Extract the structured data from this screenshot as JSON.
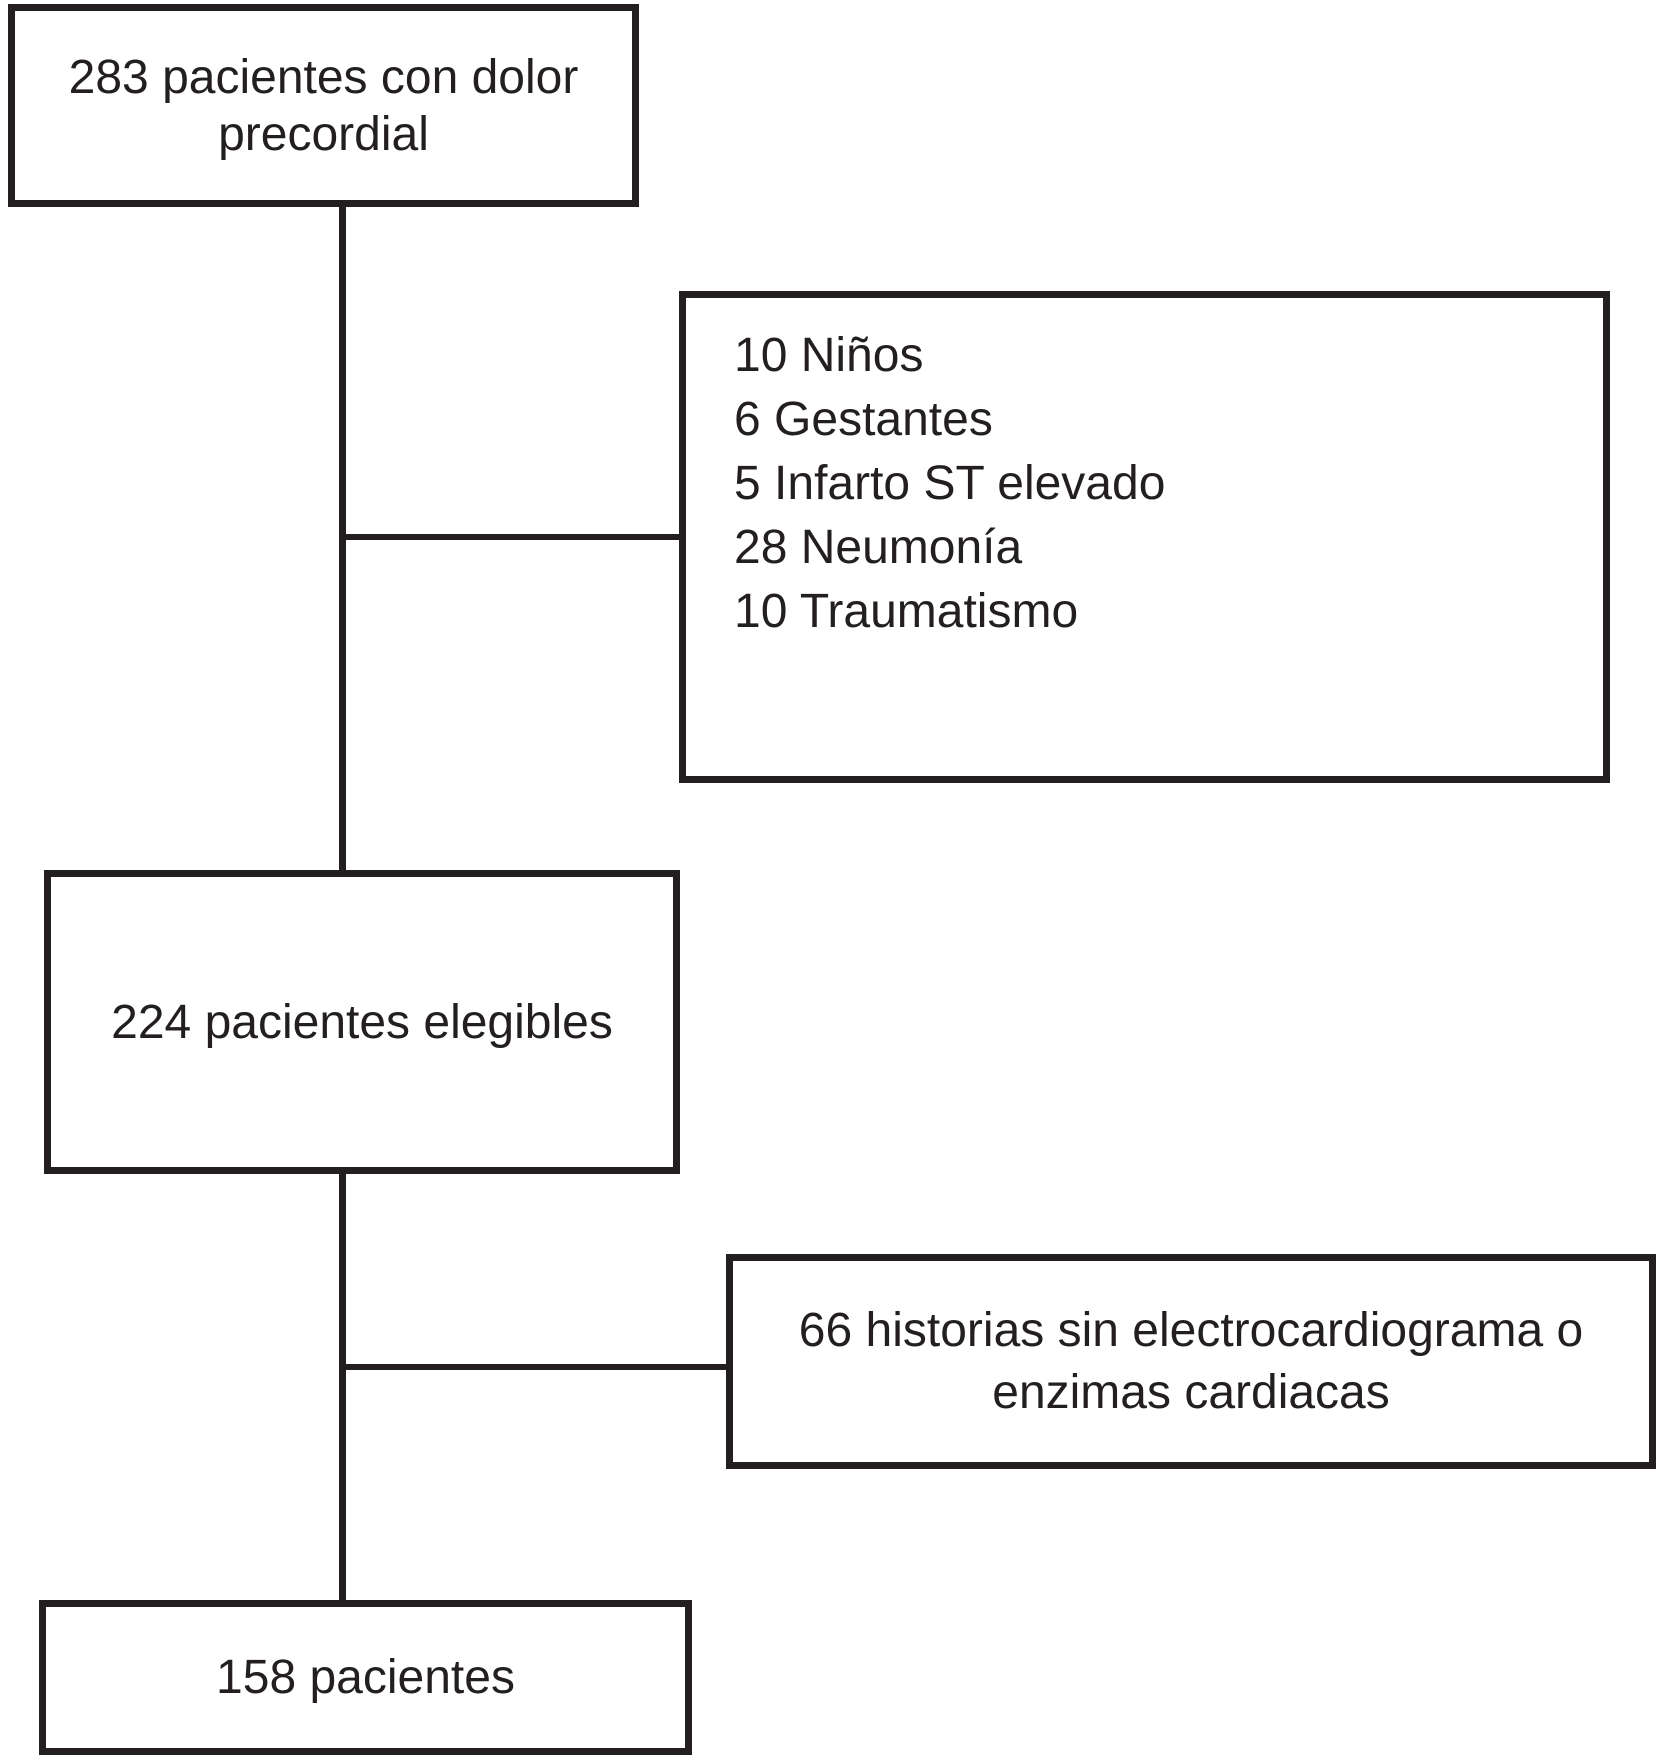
{
  "figure": {
    "type": "patient-flow-diagram",
    "background_color": "#ffffff",
    "stroke_color": "#231f20"
  },
  "flow": {
    "box_initial": {
      "text": "283 pacientes con dolor precordial"
    },
    "box_exclusion_1": {
      "items": [
        "10 Niños",
        "6 Gestantes",
        "5 Infarto ST elevado",
        "28 Neumonía",
        "10 Traumatismo"
      ]
    },
    "box_eligible": {
      "text": "224 pacientes elegibles"
    },
    "box_exclusion_2": {
      "text": "66 historias sin electrocardiograma o enzimas cardiacas"
    },
    "box_final": {
      "text": "158 pacientes"
    }
  }
}
